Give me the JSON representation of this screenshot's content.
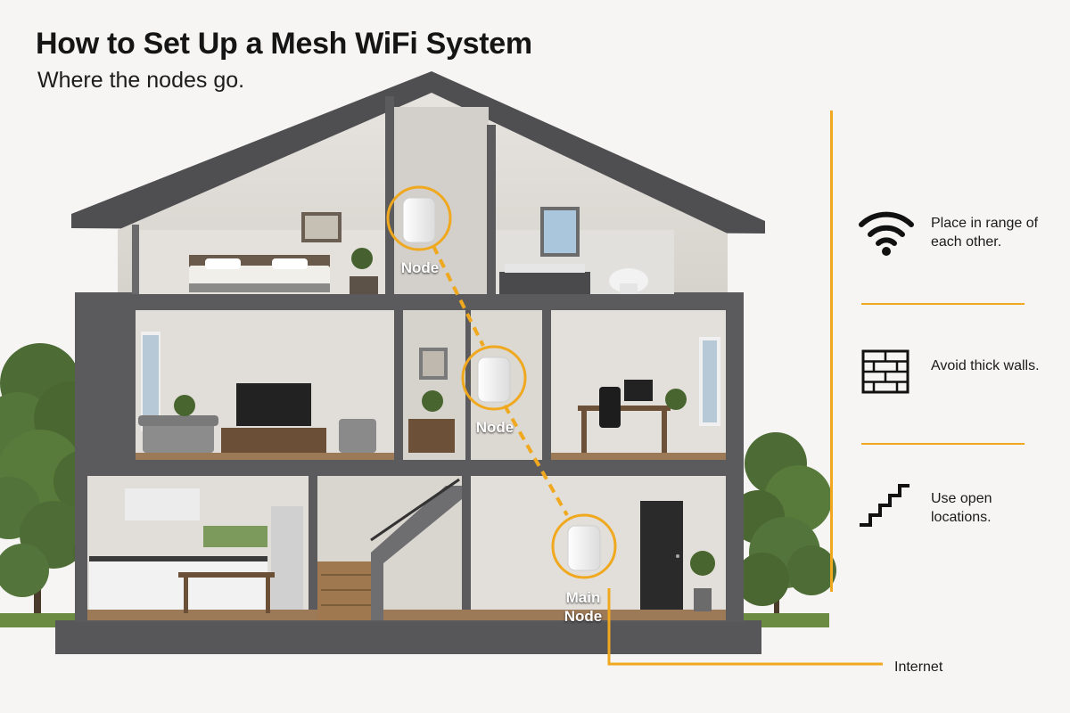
{
  "header": {
    "title": "How to Set Up a Mesh WiFi System",
    "subtitle": "Where the nodes go."
  },
  "nodes": [
    {
      "label": "Node"
    },
    {
      "label": "Node"
    },
    {
      "label": "Main\nNode"
    }
  ],
  "tips": [
    {
      "icon": "wifi-icon",
      "text": "Place in range of each other."
    },
    {
      "icon": "brick-wall-icon",
      "text": "Avoid thick walls."
    },
    {
      "icon": "stairs-icon",
      "text": "Use open locations."
    }
  ],
  "connection": {
    "label": "Internet"
  },
  "colors": {
    "accent": "#f0a81e",
    "house_frame": "#5b5b5d",
    "interior_wall": "#dedad5",
    "floor_wood": "#9c7a58",
    "node_white": "#ffffff"
  }
}
